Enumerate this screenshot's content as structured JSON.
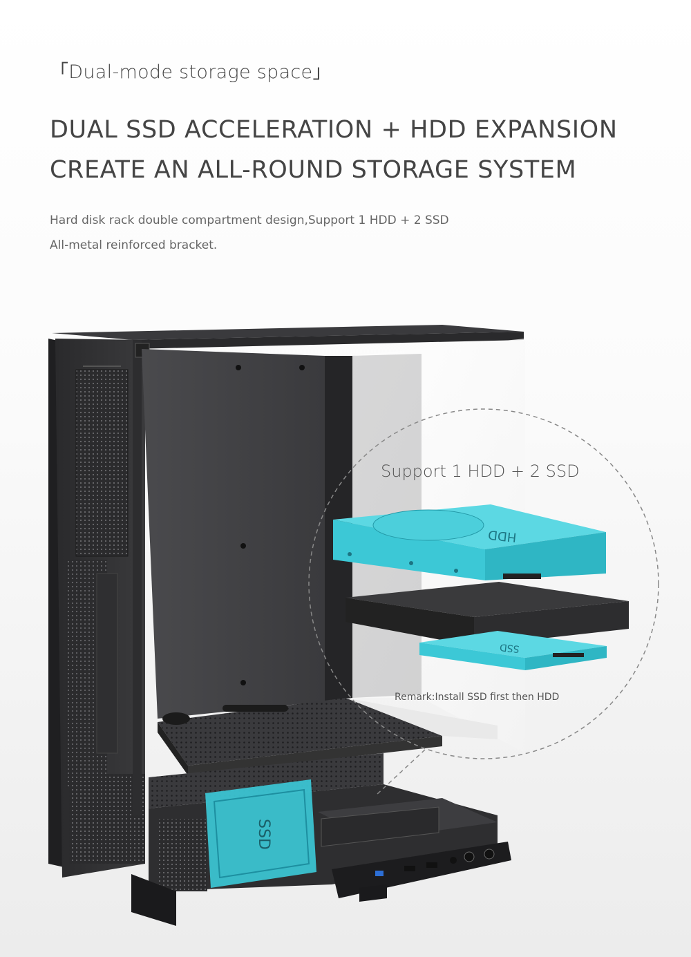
{
  "header": {
    "subtitle": "「Dual-mode storage space」",
    "headline_line1": "DUAL SSD ACCELERATION + HDD EXPANSION",
    "headline_line2": "CREATE AN ALL-ROUND STORAGE SYSTEM",
    "desc_line1": "Hard disk rack double compartment design,Support 1 HDD + 2 SSD",
    "desc_line2": "All-metal reinforced bracket."
  },
  "callout": {
    "title": "Support 1 HDD + 2 SSD",
    "remark": "Remark:Install SSD first then HDD",
    "hdd_label": "HDD",
    "ssd_label": "SSD"
  },
  "case": {
    "ssd_label": "SSD"
  },
  "colors": {
    "accent_cyan": "#3cc8d6",
    "case_dark": "#2e2e30"
  }
}
